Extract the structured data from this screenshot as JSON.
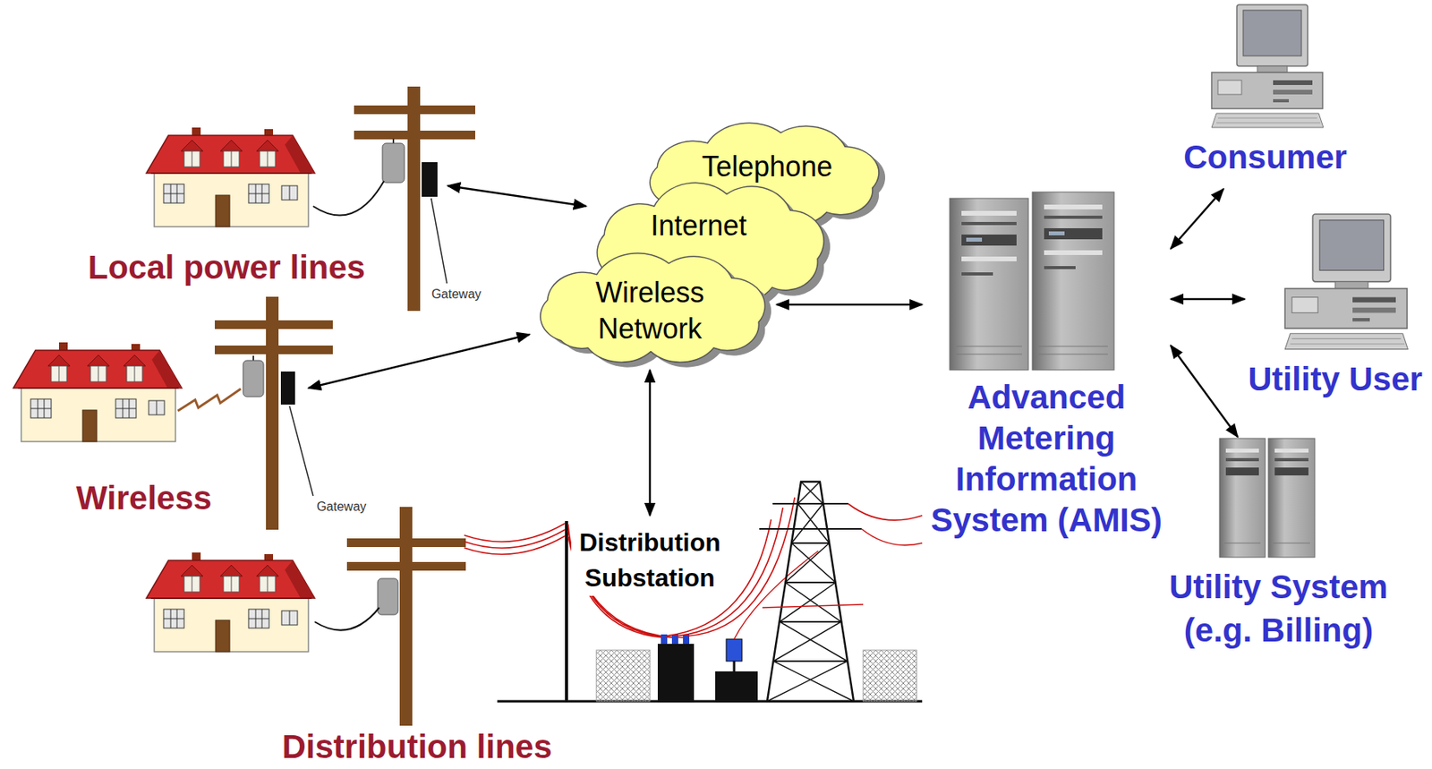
{
  "diagram": {
    "nodes": [
      {
        "text": [
          "Local power lines"
        ]
      },
      {
        "text": [
          "Wireless"
        ]
      },
      {
        "text": [
          "Distribution lines"
        ]
      },
      {
        "text": [
          "Telephone"
        ]
      },
      {
        "text": [
          "Internet"
        ]
      },
      {
        "text": [
          "Wireless Network"
        ]
      },
      {
        "text": [
          "Distribution Substation"
        ]
      },
      {
        "text": [
          "Advanced Metering Information System (AMIS)"
        ]
      },
      {
        "text": [
          "Consumer"
        ]
      },
      {
        "text": [
          "Utility User"
        ]
      },
      {
        "text": [
          "Utility System (e.g. Billing)"
        ]
      }
    ],
    "edges": [
      {
        "from": 0,
        "to": 4,
        "arrow": "both"
      },
      {
        "from": 1,
        "to": 5,
        "arrow": "both"
      },
      {
        "from": 2,
        "to": 6,
        "arrow": "none"
      },
      {
        "from": 5,
        "to": 6,
        "arrow": "both"
      },
      {
        "from": 5,
        "to": 7,
        "arrow": "both"
      },
      {
        "from": 7,
        "to": 8,
        "arrow": "both"
      },
      {
        "from": 7,
        "to": 9,
        "arrow": "both"
      },
      {
        "from": 7,
        "to": 10,
        "arrow": "both"
      }
    ],
    "labels": [
      "Gateway",
      "Gateway"
    ]
  }
}
